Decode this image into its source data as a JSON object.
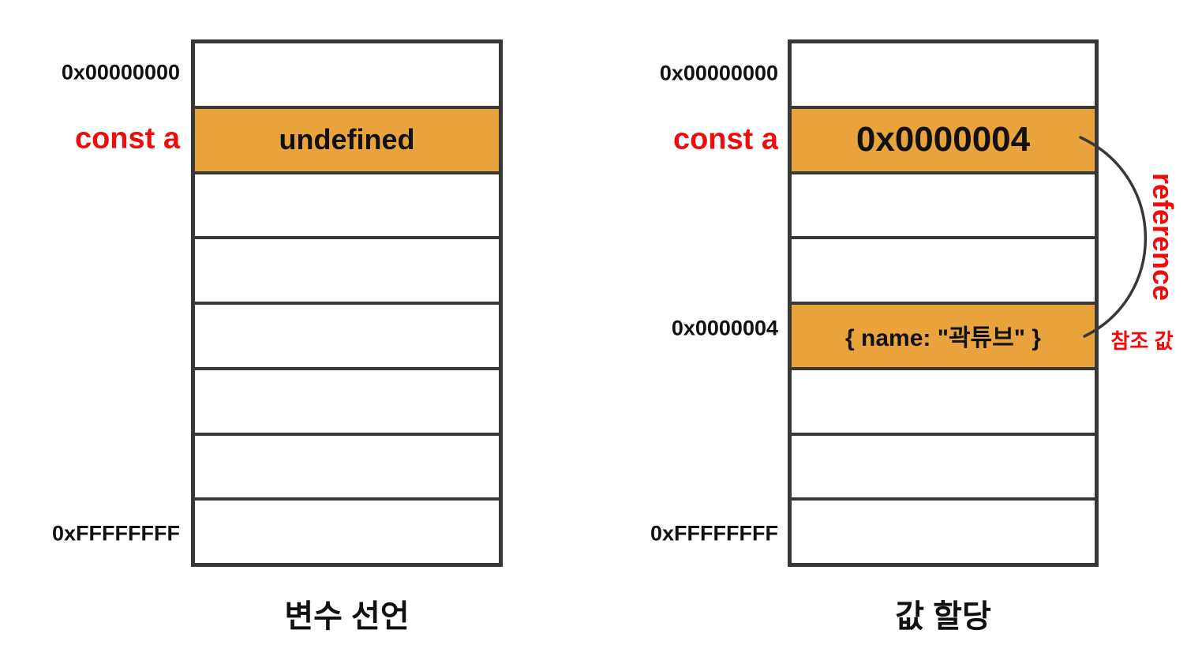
{
  "colors": {
    "highlight": "#E8A33C",
    "border": "#383838",
    "accent": "#F00C0C",
    "ink": "#111111"
  },
  "left": {
    "caption": "변수 선언",
    "labels": {
      "top_address": "0x00000000",
      "variable": "const a",
      "bottom_address": "0xFFFFFFFF"
    },
    "cells": {
      "highlight_value": "undefined"
    }
  },
  "right": {
    "caption": "값 할당",
    "labels": {
      "top_address": "0x00000000",
      "variable": "const a",
      "target_address": "0x0000004",
      "bottom_address": "0xFFFFFFFF"
    },
    "cells": {
      "pointer_value": "0x0000004",
      "object_value": "{ name: \"곽튜브\" }"
    },
    "annotations": {
      "reference": "reference",
      "reference_caption": "참조 값"
    }
  }
}
